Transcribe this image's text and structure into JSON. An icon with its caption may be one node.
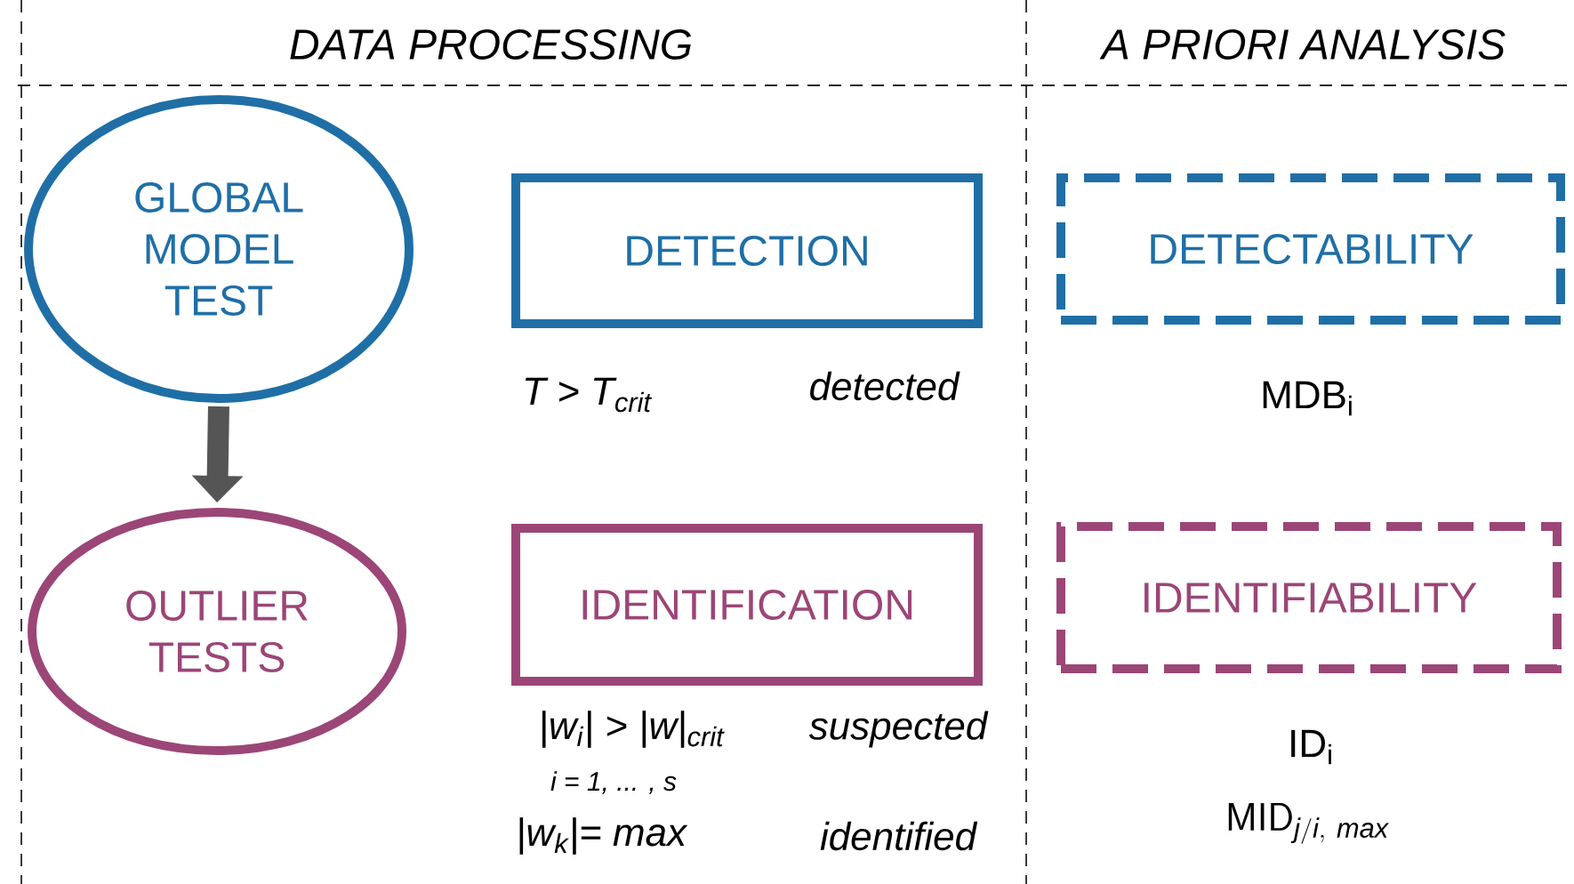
{
  "diagram": {
    "nodes": [
      {
        "text": [
          "GLOBAL MODEL TEST"
        ]
      },
      {
        "text": [
          "DETECTION"
        ]
      },
      {
        "text": [
          "DETECTABILITY"
        ]
      },
      {
        "text": [
          "OUTLIER TESTS"
        ]
      },
      {
        "text": [
          "IDENTIFICATION"
        ]
      },
      {
        "text": [
          "IDENTIFIABILITY"
        ]
      }
    ],
    "edges": [
      {
        "from": 0,
        "to": 3,
        "arrow": "to"
      }
    ],
    "labels": [
      "DATA PROCESSING",
      "A PRIORI ANALYSIS",
      "T > T$_{crit}$",
      "detected",
      "MDB$_{i}$",
      "|w$_{i}$| > |w|$_{crit}$",
      "suspected",
      "i = 1, ... , s",
      "|w$_{k}$|= max",
      "identified",
      "ID$_{i}$",
      "\\mathsf{MID}_{\\mathsf{\\mathit{j/i},\\ \\mathit{max}}}"
    ]
  }
}
